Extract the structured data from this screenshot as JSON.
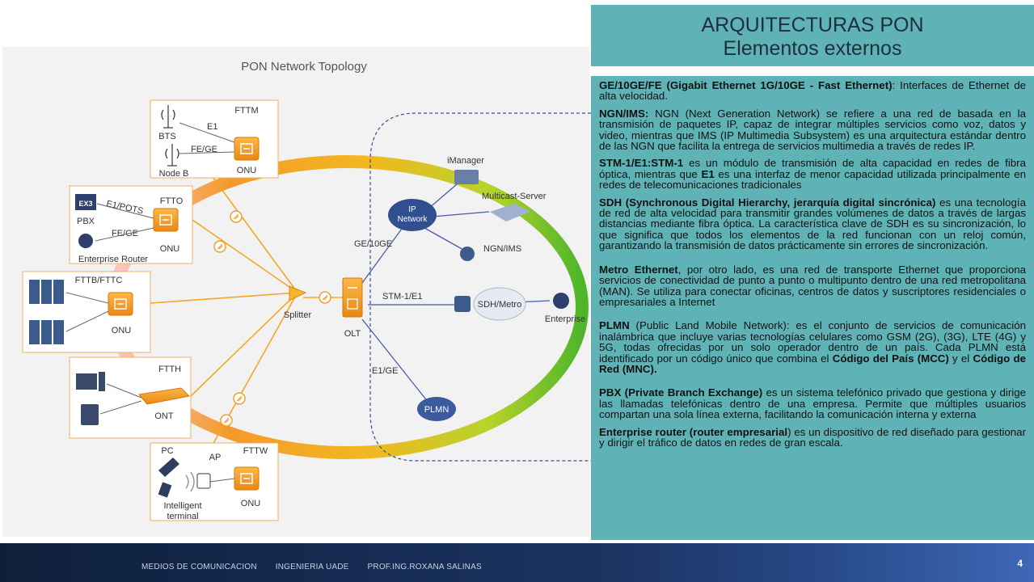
{
  "title": {
    "line1": "ARQUITECTURAS PON",
    "line2": "Elementos externos"
  },
  "diagram": {
    "title": "PON Network Topology",
    "labels": {
      "fttm": "FTTM",
      "bts": "BTS",
      "e1": "E1",
      "fe_ge_1": "FE/GE",
      "nodeb": "Node B",
      "onu_1": "ONU",
      "ftto": "FTTO",
      "pbx": "PBX",
      "e1_pots": "E1/POTS",
      "fe_ge_2": "FE/GE",
      "onu_2": "ONU",
      "enterprise_router": "Enterprise Router",
      "fttb": "FTTB/FTTC",
      "onu_3": "ONU",
      "ftth": "FTTH",
      "ont": "ONT",
      "pc": "PC",
      "ap": "AP",
      "fttw": "FTTW",
      "onu_4": "ONU",
      "intelligent1": "Intelligent",
      "intelligent2": "terminal",
      "splitter": "Splitter",
      "olt": "OLT",
      "ge10ge": "GE/10GE",
      "stm1e1": "STM-1/E1",
      "e1ge": "E1/GE",
      "ip1": "IP",
      "ip2": "Network",
      "imanager": "iManager",
      "multicast": "Multicast-Server",
      "ngnims": "NGN/IMS",
      "sdh": "SDH/Metro",
      "enterprise": "Enterprise",
      "plmn": "PLMN",
      "ex3": "EX3"
    }
  },
  "sections": [
    {
      "term": "GE/10GE/FE (Gigabit Ethernet 1G/10GE - Fast Ethernet)",
      "text": ": Interfaces de Ethernet de alta velocidad."
    },
    {
      "term": "NGN/IMS:",
      "text": " NGN (Next Generation Network) se refiere a una red de basada en la transmisión de paquetes IP, capaz de integrar múltiples servicios como voz, datos y video, mientras que IMS (IP Multimedia Subsystem) es una arquitectura estándar dentro de las NGN que facilita la entrega de servicios multimedia a través de redes IP."
    },
    {
      "term": "STM-1/E1:STM-1",
      "text_a": " es un módulo de transmisión de alta capacidad en redes de fibra óptica, mientras que ",
      "term2": "E1",
      "text_b": " es una interfaz de menor capacidad utilizada principalmente en redes de telecomunicaciones tradicionales"
    },
    {
      "term": "SDH (Synchronous Digital Hierarchy, jerarquía digital sincrónica)",
      "text": " es una tecnología de red de alta velocidad para transmitir grandes volúmenes de datos a través de largas distancias mediante fibra óptica. La característica clave de SDH es su sincronización, lo que significa que todos los elementos de la red funcionan con un reloj común, garantizando la transmisión de datos prácticamente sin errores de sincronización."
    },
    {
      "term": "Metro Ethernet",
      "text": ", por otro lado, es una red de transporte Ethernet que proporciona servicios de conectividad de punto a punto o multipunto dentro de una red metropolitana (MAN). Se utiliza para conectar oficinas, centros de datos y suscriptores residenciales o empresariales a Internet"
    },
    {
      "term": "PLMN",
      "text_a": " (Public Land Mobile Network): es el conjunto de servicios de comunicación inalámbrica que incluye varias tecnologías celulares como GSM (2G), (3G), LTE (4G) y 5G, todas ofrecidas por un solo operador dentro de un país. Cada PLMN está identificado por un código único que combina el ",
      "term2": "Código del País (MCC)",
      "text_b": " y el ",
      "term3": "Código de Red (MNC)."
    },
    {
      "term": "PBX (Private Branch Exchange)",
      "text": " es un sistema telefónico privado que gestiona y dirige las llamadas telefónicas dentro de una empresa. Permite que múltiples usuarios compartan una sola línea externa, facilitando la comunicación interna y externa"
    },
    {
      "term": "Enterprise router (router empresarial",
      "text": ") es un dispositivo de red diseñado para gestionar y dirigir el tráfico de datos en redes de gran escala."
    }
  ],
  "footer": {
    "item1": "MEDIOS DE COMUNICACION",
    "item2": "INGENIERIA  UADE",
    "item3": "PROF.ING.ROXANA SALINAS",
    "page": "4"
  },
  "colors": {
    "panel": "#5fb3b6",
    "onu": "#f39c2b",
    "fiber_orange": "#f5a623",
    "fiber_green": "#5fbf2a",
    "ip_cloud": "#33508f"
  }
}
